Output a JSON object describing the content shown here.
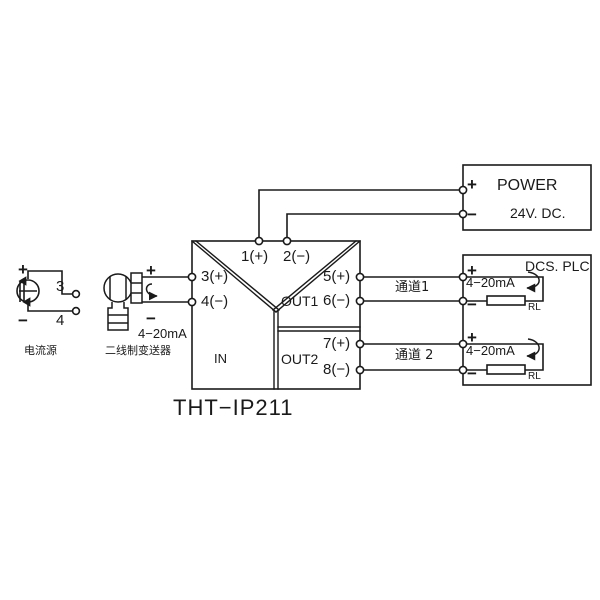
{
  "diagram": {
    "title": "THT-IP211 Signal Isolator Wiring Diagram",
    "model_label": "THT−IP211",
    "line_color": "#1a1a1a",
    "background": "#ffffff"
  },
  "device": {
    "in_label": "IN",
    "out1_label": "OUT1",
    "out2_label": "OUT2",
    "terminals": {
      "t1": "1(+)",
      "t2": "2(−)",
      "t3": "3(+)",
      "t4": "4(−)",
      "t5": "5(+)",
      "t6": "6(−)",
      "t7": "7(+)",
      "t8": "8(−)"
    }
  },
  "power_box": {
    "title": "POWER",
    "subtitle": "24V. DC.",
    "plus": "+",
    "minus": "−"
  },
  "dcs_box": {
    "title": "DCS. PLC",
    "loops": [
      {
        "current_label": "4−20mA",
        "resistor_label": "RL",
        "plus": "+",
        "minus": "−"
      },
      {
        "current_label": "4−20mA",
        "resistor_label": "RL",
        "plus": "+",
        "minus": "−"
      }
    ]
  },
  "channels": {
    "channel1": "通道1",
    "channel2": "通道 2"
  },
  "current_source": {
    "caption": "电流源",
    "plus": "+",
    "minus": "−",
    "terminal_top": "3",
    "terminal_bottom": "4"
  },
  "transmitter": {
    "caption": "二线制变送器",
    "current_label": "4−20mA",
    "plus": "+",
    "minus": "−"
  }
}
